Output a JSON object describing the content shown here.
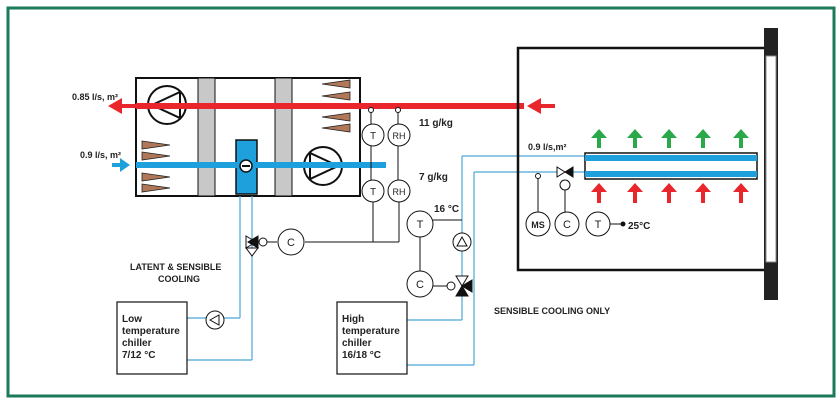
{
  "labels": {
    "exhaust_flow": "0.85 l/s, m²",
    "supply_flow": "0.9 l/s, m²",
    "room_flow": "0.9 l/s,m²",
    "humidity_return": "11 g/kg",
    "humidity_supply": "7 g/kg",
    "temp_16": "16 °C",
    "temp_25": "25°C",
    "latent_line1": "LATENT & SENSIBLE",
    "latent_line2": "COOLING",
    "sensible_only": "SENSIBLE COOLING ONLY",
    "low_chiller": [
      "Low",
      "temperature",
      "chiller",
      "7/12 °C"
    ],
    "high_chiller": [
      "High",
      "temperature",
      "chiller",
      "16/18 °C"
    ]
  },
  "sensors": {
    "T": "T",
    "RH": "RH",
    "C": "C",
    "MS": "MS"
  },
  "colors": {
    "frame": "#1a7a5a",
    "exhaust_duct": "#e8262c",
    "supply_duct": "#1ea0dc",
    "water_pipe": "#4aa8d8",
    "room_wall": "#111111",
    "green_arrow": "#2aa84a",
    "red_arrow": "#e8262c",
    "filter_coil": "#b07858",
    "panel": "#c8c8c8"
  }
}
